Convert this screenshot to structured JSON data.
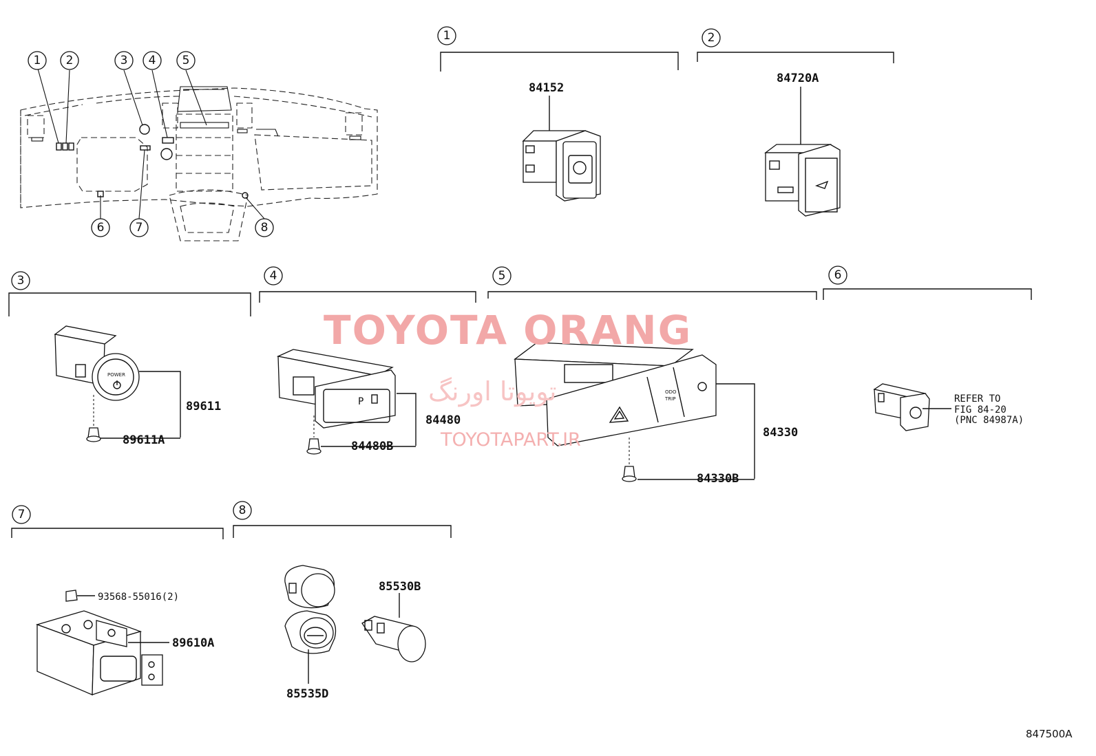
{
  "diagram": {
    "overview_callouts": [
      "1",
      "2",
      "3",
      "4",
      "5",
      "6",
      "7",
      "8"
    ],
    "group_callouts": [
      "1",
      "2",
      "3",
      "4",
      "5",
      "6",
      "7",
      "8"
    ],
    "part_numbers": {
      "p84152": "84152",
      "p84720a": "84720A",
      "p89611": "89611",
      "p89611a": "89611A",
      "p84480": "84480",
      "p84480b": "84480B",
      "p84330": "84330",
      "p84330b": "84330B",
      "p93568": "93568-55016(2)",
      "p89610a": "89610A",
      "p85530b": "85530B",
      "p85535d": "85535D"
    },
    "reference_note": {
      "line1": "REFER TO",
      "line2": "FIG 84-20",
      "line3": "(PNC 84987A)"
    },
    "switch_labels": {
      "power": "POWER",
      "odo": "ODO",
      "trip": "TRIP",
      "p": "P"
    },
    "figure_id": "847500A"
  },
  "watermark": {
    "title": "TOYOTA ORANG",
    "persian": "تویوتا اورنگ",
    "url": "TOYOTAPART.IR"
  }
}
